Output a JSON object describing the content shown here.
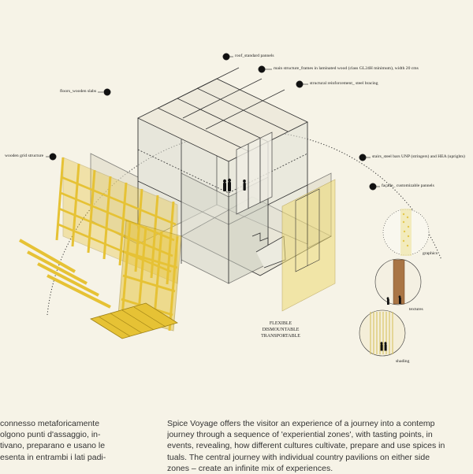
{
  "labels": {
    "roof_panels": "roof_standard pannels",
    "main_structure": "main structure_frames in laminated wood (class GL24H minimum), width 20 cms",
    "structural_reinforcement": "structural reinforcement_ steel bracing",
    "floors": "floors_wooden slabs",
    "wooden_grid": "wooden grid structure",
    "stairs": "stairs_steel bars UNP (stringers) and HEA (uprights)",
    "facade": "façade_ customizable pannels",
    "graphics": "graphics",
    "textures": "textures",
    "shading": "shading"
  },
  "caption": {
    "line1": "FLEXIBLE",
    "line2": "DISMOUNTABLE",
    "line3": "TRANSPORTABLE"
  },
  "text_italian": [
    "connesso metaforicamente",
    "olgono punti d'assaggio, in-",
    "tivano, preparano e usano le",
    "esenta in entrambi i lati padi-"
  ],
  "text_english": [
    "Spice Voyage offers the visitor an experience of a journey into a contemp",
    "journey through a sequence of 'experiential zones', with tasting points, in",
    "events, revealing, how different cultures cultivate, prepare and use spices in",
    "tuals. The central journey with individual country pavilions on either side",
    "zones – create an infinite mix of experiences."
  ],
  "colors": {
    "background": "#f6f3e7",
    "timber": "#e6c235",
    "timber_stroke": "#9c7f14",
    "line": "#333333",
    "glass": "#dcddd2"
  }
}
